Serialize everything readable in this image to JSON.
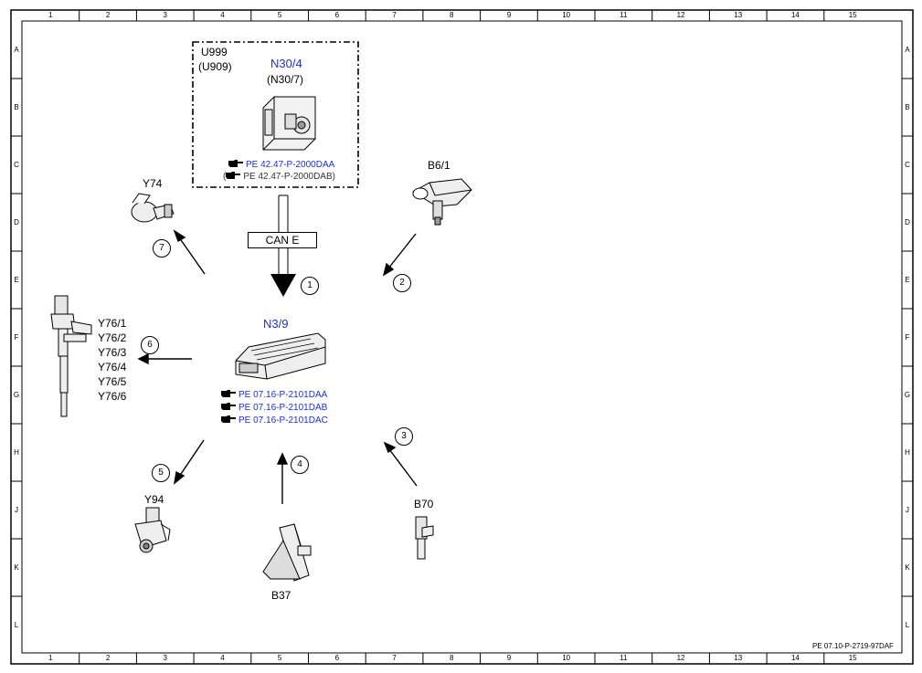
{
  "grid": {
    "columns": [
      "1",
      "2",
      "3",
      "4",
      "5",
      "6",
      "7",
      "8",
      "9",
      "10",
      "11",
      "12",
      "13",
      "14",
      "15"
    ],
    "rows": [
      "A",
      "B",
      "C",
      "D",
      "E",
      "F",
      "G",
      "H",
      "J",
      "K",
      "L"
    ]
  },
  "footer_code": "PE 07.10-P-2719-97DAF",
  "colors": {
    "blue_text": "#1f2fd0",
    "line": "#000000"
  },
  "gateway_box": {
    "line1": "U999",
    "line2": "(U909)",
    "main_label": "N30/4",
    "sub_label": "(N30/7)",
    "refs": [
      {
        "text": "PE 42.47-P-2000DAA",
        "prefix": ""
      },
      {
        "text": "PE 42.47-P-2000DAB)",
        "prefix": "("
      }
    ]
  },
  "bus": {
    "label": "CAN E",
    "number": "1"
  },
  "control_unit": {
    "label": "N3/9",
    "refs": [
      "PE 07.16-P-2101DAA",
      "PE 07.16-P-2101DAB",
      "PE 07.16-P-2101DAC"
    ]
  },
  "components": {
    "y74": {
      "label": "Y74",
      "number": "7"
    },
    "b6_1": {
      "label": "B6/1",
      "number": "2"
    },
    "injectors": {
      "labels": [
        "Y76/1",
        "Y76/2",
        "Y76/3",
        "Y76/4",
        "Y76/5",
        "Y76/6"
      ],
      "number": "6"
    },
    "y94": {
      "label": "Y94",
      "number": "5"
    },
    "b37": {
      "label": "B37",
      "number": "4"
    },
    "b70": {
      "label": "B70",
      "number": "3"
    }
  },
  "icons": {
    "pointing_hand": "pointing-hand-icon",
    "gateway_module": "control-module-icon",
    "engine_ecu": "ecu-icon",
    "pressure_valve": "valve-icon",
    "camshaft_sensor": "sensor-icon",
    "injector": "injector-icon",
    "pedal": "pedal-icon",
    "crank_sensor": "sensor-icon"
  }
}
